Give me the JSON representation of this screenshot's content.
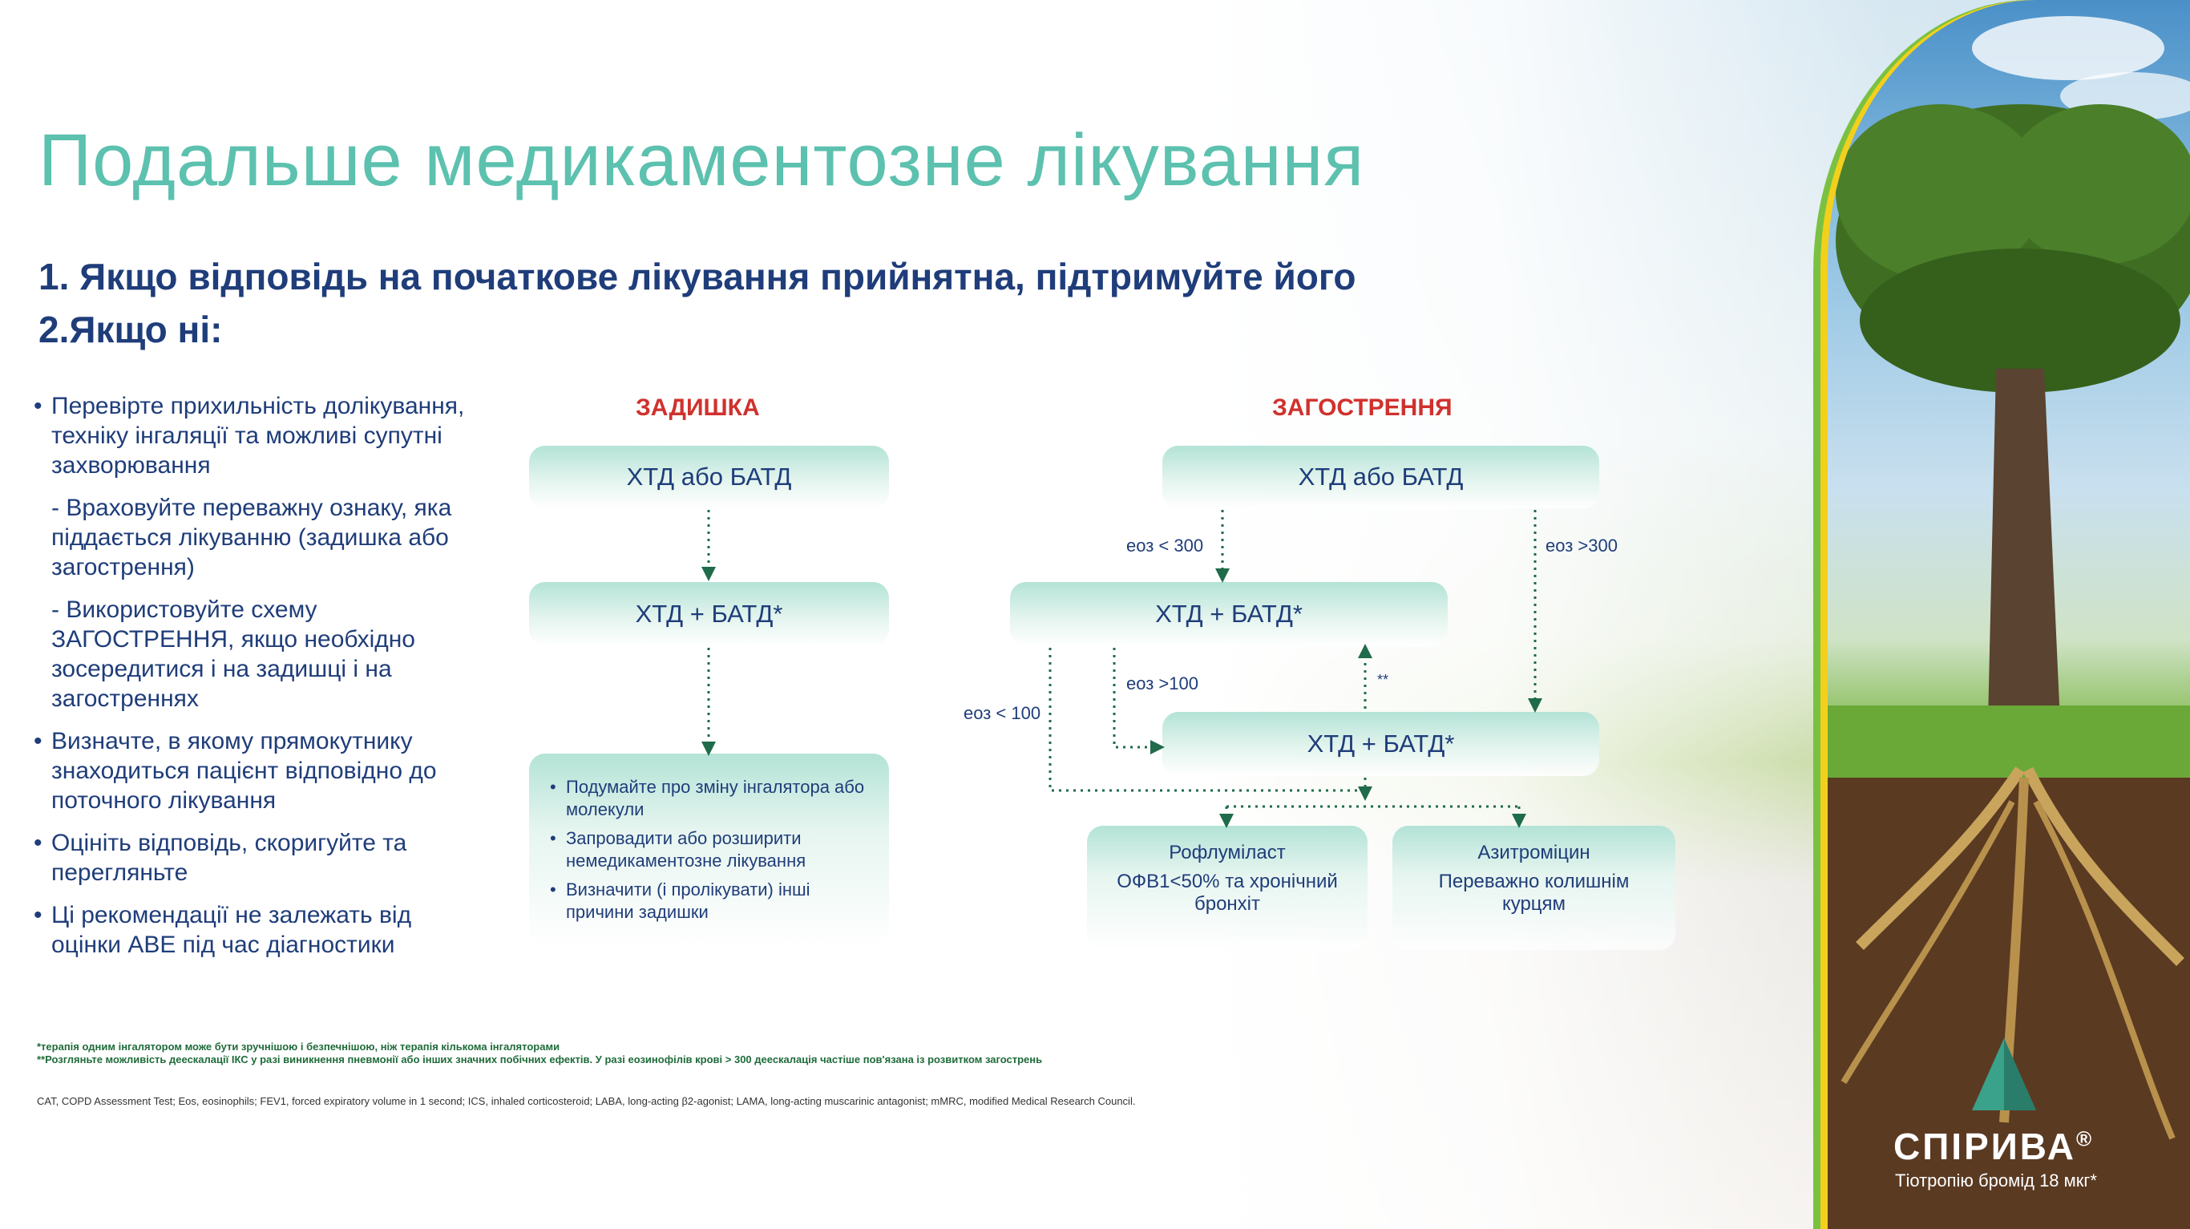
{
  "title": "Подальше медикаментозне лікування",
  "subtitle_1": "1. Якщо відповідь на початкове лікування прийнятна, підтримуйте його",
  "subtitle_2": "2.Якщо ні:",
  "left_bullets": {
    "b1": "Перевірте прихильність долікування, техніку інгаляції та можливі супутні захворювання",
    "s1": "- Враховуйте переважну ознаку, яка піддається лікуванню (задишка або загострення)",
    "s2": "- Використовуйте схему ЗАГОСТРЕННЯ, якщо необхідно зосередитися і на задишці і на загостреннях",
    "b2": "Визначте, в якому прямокутнику знаходиться пацієнт відповідно до поточного лікування",
    "b3": "Оцініть відповідь, скоригуйте та перегляньте",
    "b4": "Ці рекомендації не залежать від оцінки АВЕ під час діагностики"
  },
  "dyspnea": {
    "heading": "ЗАДИШКА",
    "box1": "ХТД або БАТД",
    "box2": "ХТД + БАТД*",
    "box3_items": [
      "Подумайте про зміну інгалятора або молекули",
      "Запровадити або розширити немедикаментозне лікування",
      "Визначити (і пролікувати) інші причини задишки"
    ]
  },
  "exacerbation": {
    "heading": "ЗАГОСТРЕННЯ",
    "box_top": "ХТД або БАТД",
    "box_mid": "ХТД + БАТД*",
    "box_right": "ХТД + БАТД*",
    "box_roflumilast_title": "Рофлуміласт",
    "box_roflumilast_text": "ОФВ1<50% та хронічний бронхіт",
    "box_azithro_title": "Азитроміцин",
    "box_azithro_text": "Переважно колишнім курцям",
    "label_eos300": "еоз < 300",
    "label_eos_gt300": "еоз >300",
    "label_eos100": "еоз >100",
    "label_eos_lt100": "еоз < 100",
    "label_star": "**"
  },
  "footnotes": {
    "f1": "*терапія одним інгалятором може бути зручнішою і безпечнішою, ніж терапія кількома інгаляторами",
    "f2": "**Розгляньте можливість деескалації ІКС у разі виникнення пневмонії або інших значних побічних ефектів. У разі еозинофілів крові > 300 деескалація частіше пов'язана із розвитком загострень",
    "abbr": "CAT, COPD Assessment Test; Eos, eosinophils; FEV1, forced expiratory volume in 1 second; ICS, inhaled corticosteroid; LABA, long-acting β2-agonist; LAMA, long-acting muscarinic antagonist; mMRC, modified Medical Research Council."
  },
  "brand": {
    "name": "СПІРИВА",
    "reg": "®",
    "sub": "Тіотропію бромід 18 мкг*"
  },
  "colors": {
    "title": "#5cc1ae",
    "navy": "#1f3d7a",
    "red": "#d0312d",
    "arrow": "#1f6b4a"
  }
}
